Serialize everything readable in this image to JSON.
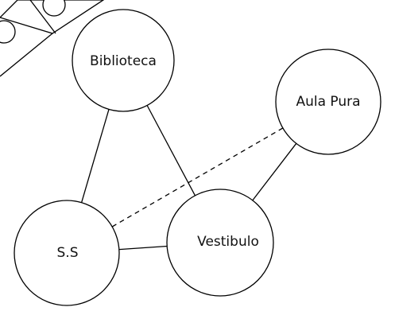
{
  "nodes": {
    "biblioteca": {
      "label": "Biblioteca"
    },
    "aula_pura": {
      "label": "Aula Pura"
    },
    "ss": {
      "label": "S.S"
    },
    "vestibulo": {
      "label": "Vestibulo"
    }
  },
  "edges": [
    {
      "from": "biblioteca",
      "to": "ss",
      "style": "solid"
    },
    {
      "from": "biblioteca",
      "to": "vestibulo",
      "style": "solid"
    },
    {
      "from": "aula_pura",
      "to": "vestibulo",
      "style": "solid"
    },
    {
      "from": "ss",
      "to": "vestibulo",
      "style": "solid"
    },
    {
      "from": "ss",
      "to": "aula_pura",
      "style": "dashed"
    }
  ],
  "colors": {
    "stroke": "#000000",
    "fill": "#ffffff",
    "text": "#111111"
  }
}
